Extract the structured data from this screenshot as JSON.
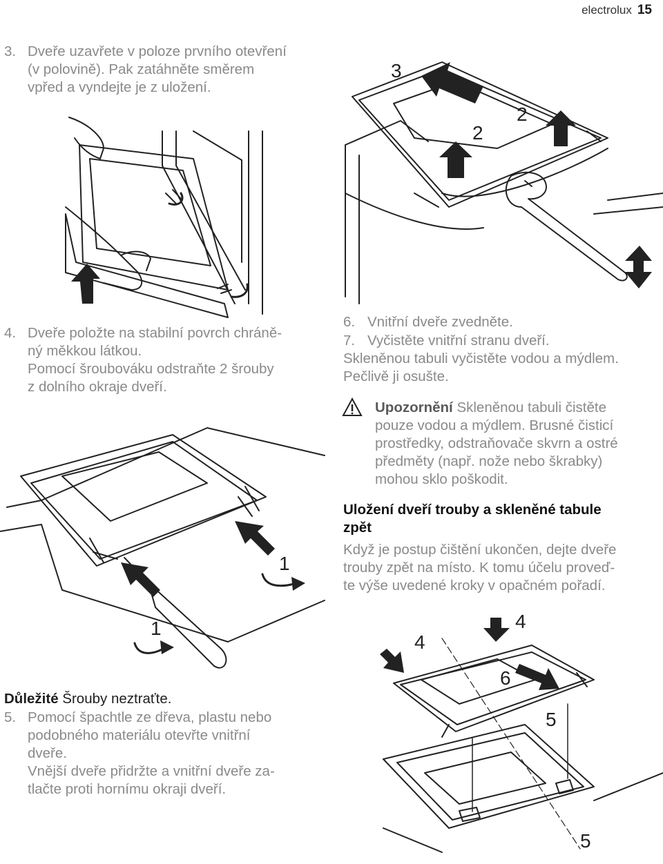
{
  "header": {
    "brand": "electrolux",
    "page": "15"
  },
  "step3": {
    "num": "3.",
    "lines": [
      "Dveře uzavřete v poloze prvního otevření",
      "(v polovině). Pak zatáhněte směrem",
      "vpřed a vyndejte je z uložení."
    ]
  },
  "step4": {
    "num": "4.",
    "lines": [
      "Dveře položte na stabilní povrch chráně-",
      "ný měkkou látkou.",
      "Pomocí šroubováku odstraňte 2 šrouby",
      "z dolního okraje dveří."
    ]
  },
  "important": {
    "label": "Důležité",
    "text": " Šrouby neztraťte."
  },
  "step5": {
    "num": "5.",
    "lines": [
      "Pomocí špachtle ze dřeva, plastu nebo",
      "podobného materiálu otevřte vnitřní",
      "dveře.",
      "Vnější dveře přidržte a vnitřní dveře za-",
      "tlačte proti hornímu okraji dveří."
    ]
  },
  "step6": {
    "num": "6.",
    "text": "Vnitřní dveře zvedněte."
  },
  "step7": {
    "num": "7.",
    "lines": [
      "Vyčistěte vnitřní stranu dveří.",
      "Skleněnou tabuli vyčistěte vodou a mýdlem.",
      "Pečlivě ji osušte."
    ]
  },
  "warning": {
    "icon": "warning-triangle-icon",
    "label": "Upozornění",
    "lines": [
      " Skleněnou tabuli čistěte",
      "pouze vodou a mýdlem. Brusné čisticí",
      "prostředky, odstraňovače skvrn a ostré",
      "předměty (např. nože nebo škrabky)",
      "mohou sklo poškodit."
    ]
  },
  "reinstall": {
    "heading_lines": [
      "Uložení dveří trouby a skleněné tabule",
      "zpět"
    ],
    "body_lines": [
      "Když je postup čištění ukončen, dejte dveře",
      "trouby zpět na místo. K tomu účelu proveď-",
      "te výše uvedené kroky v opačném pořadí."
    ]
  },
  "figure_labels": {
    "fig1": {
      "arrow3": "3",
      "arrow2a": "2",
      "arrow2b": "2"
    },
    "fig2": {
      "screw_a": "1",
      "screw_b": "1"
    },
    "fig3": {
      "press_a": "4",
      "press_b": "4",
      "lift": "6",
      "clip_a": "5",
      "clip_b": "5"
    }
  },
  "colors": {
    "accent": "#8a8a8a",
    "text": "#1f1f1f",
    "line": "#222222"
  }
}
